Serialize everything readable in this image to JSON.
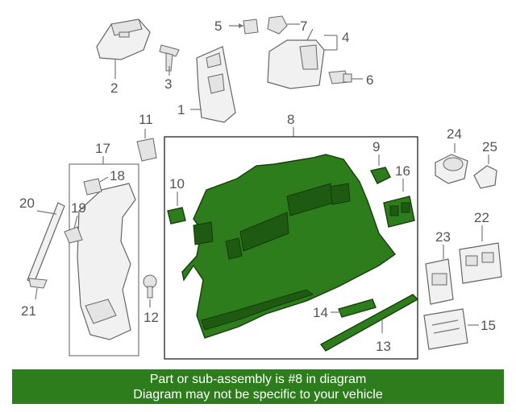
{
  "callouts": {
    "c1": "1",
    "c2": "2",
    "c3": "3",
    "c4": "4",
    "c5": "5",
    "c6": "6",
    "c7": "7",
    "c8": "8",
    "c9": "9",
    "c10": "10",
    "c11": "11",
    "c12": "12",
    "c13": "13",
    "c14": "14",
    "c15": "15",
    "c16": "16",
    "c17": "17",
    "c18": "18",
    "c19": "19",
    "c20": "20",
    "c21": "21",
    "c22": "22",
    "c23": "23",
    "c24": "24",
    "c25": "25"
  },
  "banner": {
    "line1": "Part or sub-assembly is #8 in diagram",
    "line2": "Diagram may not be specific to your vehicle"
  },
  "colors": {
    "highlight": "#2e7d1c",
    "outline": "#666666",
    "banner_text": "#ffffff"
  }
}
